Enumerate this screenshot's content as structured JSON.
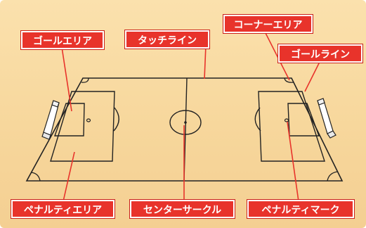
{
  "colors": {
    "background": "#f7d89d",
    "label_fill": "#e8332b",
    "label_text": "#ffffff",
    "leader_line": "#e8332b",
    "field_line": "#222222"
  },
  "labels": {
    "goal_area": "ゴールエリア",
    "touch_line": "タッチライン",
    "corner_area": "コーナーエリア",
    "goal_line": "ゴールライン",
    "penalty_area": "ペナルティエリア",
    "center_circle": "センターサークル",
    "penalty_mark": "ペナルティマーク"
  }
}
